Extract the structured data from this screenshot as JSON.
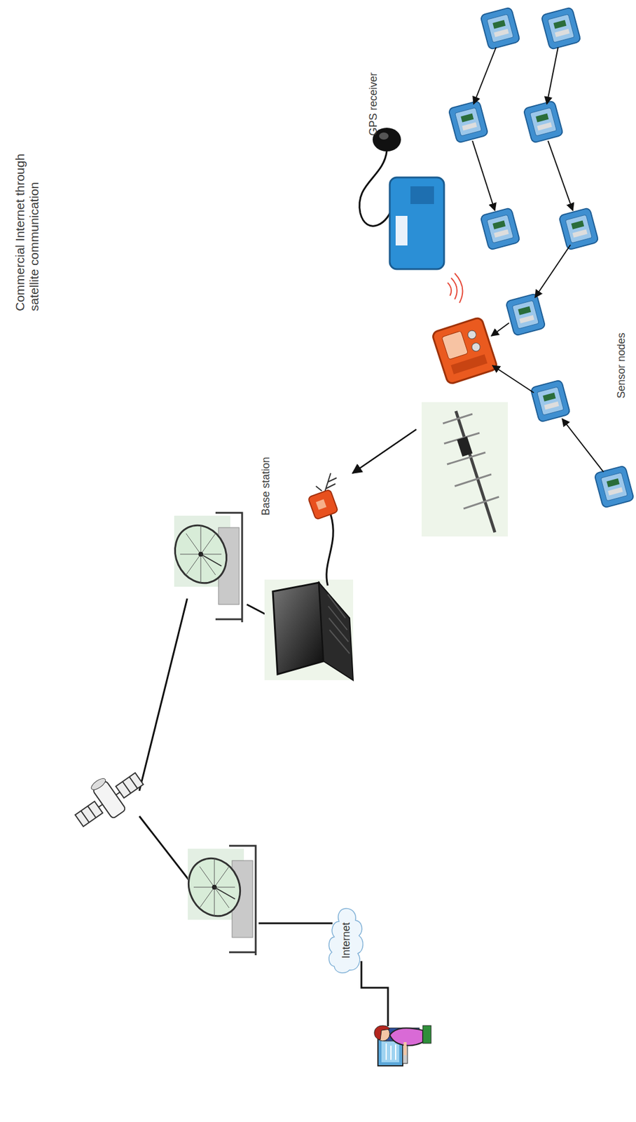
{
  "diagram": {
    "nodes": [
      {
        "text": [
          "Internet"
        ]
      }
    ],
    "labels": [
      "Commercial Internet through satellite communication",
      "Base station",
      "GPS receiver",
      "Sensor nodes"
    ]
  }
}
